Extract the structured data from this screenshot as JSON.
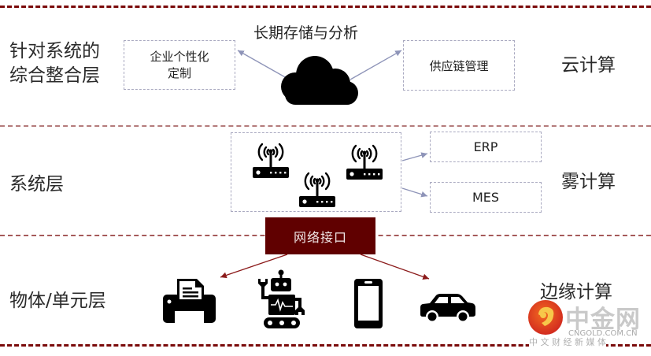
{
  "layers": [
    {
      "id": "integration",
      "label_lines": [
        "针对系统的",
        "综合整合层"
      ],
      "compute": "云计算"
    },
    {
      "id": "system",
      "label_lines": [
        "系统层"
      ],
      "compute": "雾计算"
    },
    {
      "id": "object",
      "label_lines": [
        "物体/单元层"
      ],
      "compute": "边缘计算"
    }
  ],
  "cloud": {
    "title": "长期存储与分析",
    "left_box_lines": [
      "企业个性化",
      "定制"
    ],
    "right_box": "供应链管理",
    "icon": "cloud-icon"
  },
  "fog": {
    "routers": [
      "router-icon",
      "router-icon",
      "router-icon"
    ],
    "outputs": [
      "ERP",
      "MES"
    ]
  },
  "network_interface": "网络接口",
  "devices": [
    {
      "name": "printer",
      "icon": "printer-icon"
    },
    {
      "name": "robot",
      "icon": "robot-icon"
    },
    {
      "name": "smartphone",
      "icon": "smartphone-icon"
    },
    {
      "name": "car",
      "icon": "car-icon"
    }
  ],
  "watermark": {
    "brand": "中金网",
    "domain": "CNGOLD.COM.CN",
    "tagline": "中 文 财 经 新 媒 体"
  },
  "colors": {
    "separator": "#7a0a0a",
    "network_box": "#600000",
    "arrow_blue": "#8e94b8",
    "arrow_red": "#8b1a1a",
    "dashed_box": "#a9a9c0"
  }
}
